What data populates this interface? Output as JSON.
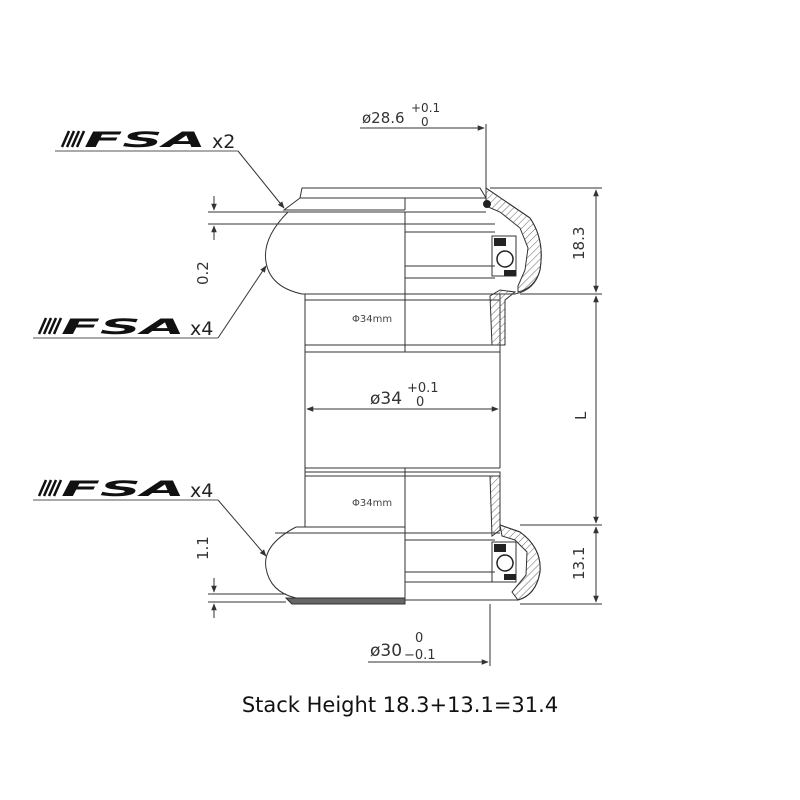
{
  "brand": "FSA",
  "labels": {
    "cup_qty": "x2",
    "upper_qty": "x4",
    "lower_qty": "x4"
  },
  "dims": {
    "top_dia": "ø28.6",
    "top_tol_plus": "+0.1",
    "top_tol_minus": "0",
    "mid_dia": "ø34",
    "mid_tol_plus": "+0.1",
    "mid_tol_minus": "0",
    "bot_dia": "ø30",
    "bot_tol_plus": "0",
    "bot_tol_minus": "−0.1",
    "upper_gap": "0.2",
    "lower_gap": "1.1",
    "top_stack": "18.3",
    "bottom_stack": "13.1",
    "length": "L",
    "cup_upper": "Φ34mm",
    "cup_lower": "Φ34mm"
  },
  "caption": "Stack Height  18.3+13.1=31.4",
  "colors": {
    "line": "#333333",
    "hatch": "#555555"
  }
}
